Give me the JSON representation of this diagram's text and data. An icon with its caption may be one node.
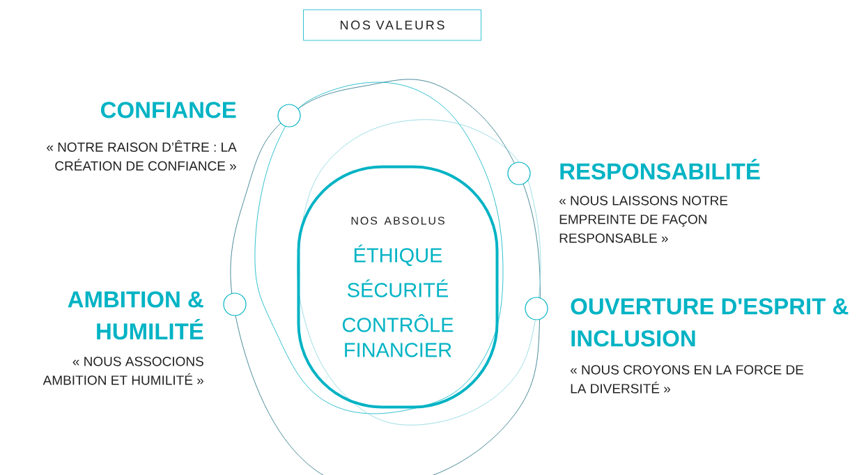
{
  "diagram": {
    "title": "NOS VALEURS",
    "nodes": [
      {
        "text": [
          "NOS ABSOLUS",
          "ÉTHIQUE",
          "SÉCURITÉ",
          "CONTRÔLE FINANCIER"
        ]
      },
      {
        "text": [],
        "shape": "circle",
        "beside": [
          "CONFIANCE",
          "« NOTRE RAISON D’ÊTRE : LA CRÉATION DE CONFIANCE »"
        ]
      },
      {
        "text": [],
        "shape": "circle",
        "beside": [
          "RESPONSABILITÉ",
          "« NOUS LAISSONS NOTRE EMPREINTE DE FAÇON RESPONSABLE »"
        ]
      },
      {
        "text": [],
        "shape": "circle",
        "beside": [
          "AMBITION & HUMILITÉ",
          "« NOUS ASSOCIONS AMBITION ET HUMILITÉ »"
        ]
      },
      {
        "text": [],
        "shape": "circle",
        "beside": [
          "OUVERTURE D'ESPRIT & INCLUSION",
          "« NOUS CROYONS EN LA FORCE DE LA DIVERSITÉ »"
        ]
      }
    ]
  }
}
